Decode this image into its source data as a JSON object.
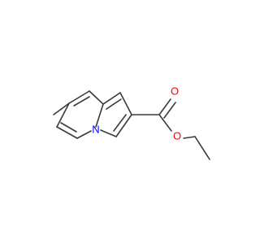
{
  "molecule": {
    "atoms": {
      "n1": {
        "symbol": "N",
        "color": "#0000ff"
      },
      "o_carbonyl": {
        "symbol": "O",
        "color": "#ff0000"
      },
      "o_ester": {
        "symbol": "O",
        "color": "#ff0000"
      }
    },
    "bond_color": "#3a3a3a"
  }
}
